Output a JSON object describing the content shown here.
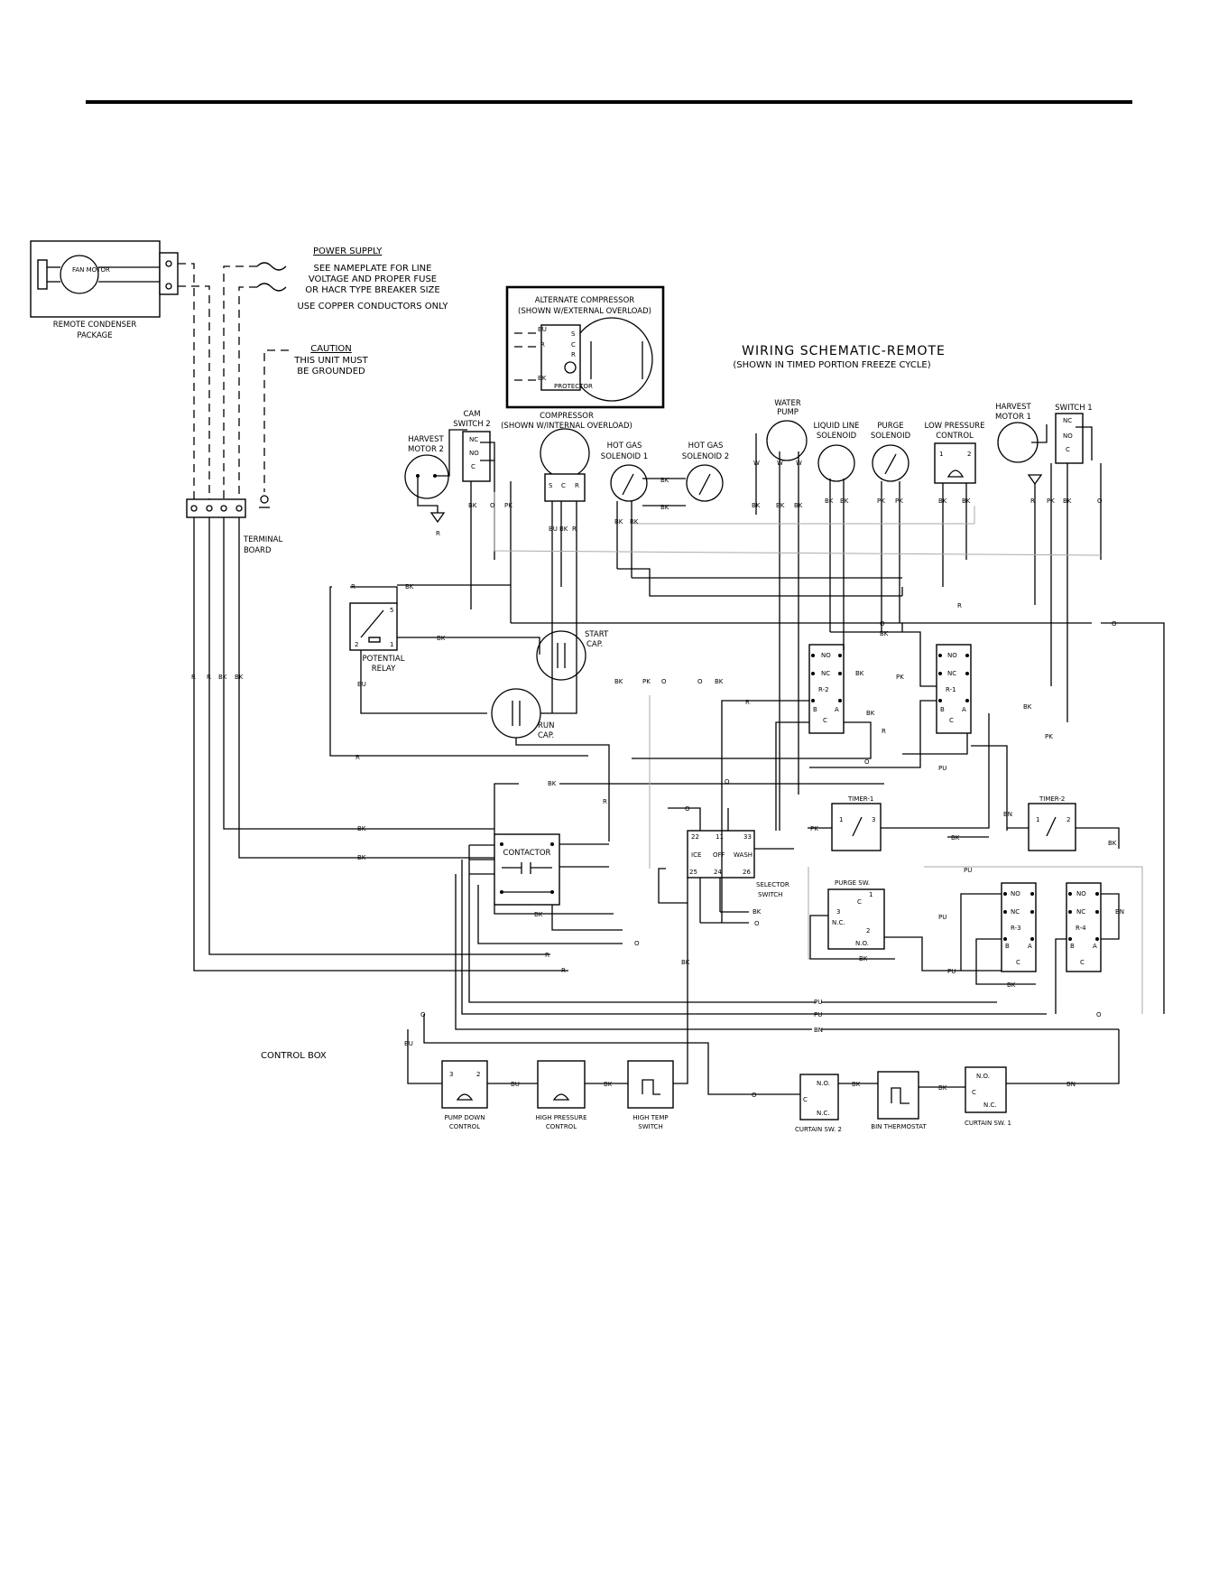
{
  "remote_condenser": {
    "fan_motor": "FAN MOTOR",
    "label": [
      "REMOTE CONDENSER",
      "PACKAGE"
    ]
  },
  "power_supply": {
    "title": "POWER SUPPLY",
    "lines": [
      "SEE NAMEPLATE FOR LINE",
      "VOLTAGE AND PROPER FUSE",
      "OR HACR TYPE BREAKER SIZE",
      "USE COPPER CONDUCTORS ONLY"
    ]
  },
  "caution": {
    "title": "CAUTION",
    "lines": [
      "THIS UNIT MUST",
      "BE GROUNDED"
    ]
  },
  "alternate_compressor": {
    "title": "ALTERNATE COMPRESSOR",
    "subtitle": "(SHOWN W/EXTERNAL OVERLOAD)",
    "wires": [
      "BU",
      "R",
      "BK"
    ],
    "pins": [
      "S",
      "C",
      "R"
    ],
    "protector": "PROTECTOR"
  },
  "schematic_title": "WIRING SCHEMATIC-REMOTE",
  "schematic_subtitle": "(SHOWN IN TIMED PORTION FREEZE CYCLE)",
  "terminal_board": [
    "TERMINAL",
    "BOARD"
  ],
  "components": {
    "harvest_motor_2": [
      "HARVEST",
      "MOTOR 2"
    ],
    "cam_switch_2": [
      "CAM",
      "SWITCH 2"
    ],
    "compressor": [
      "COMPRESSOR",
      "(SHOWN W/INTERNAL OVERLOAD)"
    ],
    "hot_gas_1": [
      "HOT GAS",
      "SOLENOID 1"
    ],
    "hot_gas_2": [
      "HOT GAS",
      "SOLENOID 2"
    ],
    "water_pump": [
      "WATER",
      "PUMP"
    ],
    "liquid_line": [
      "LIQUID LINE",
      "SOLENOID"
    ],
    "purge_solenoid": [
      "PURGE",
      "SOLENOID"
    ],
    "low_pressure": [
      "LOW PRESSURE",
      "CONTROL"
    ],
    "harvest_motor_1": [
      "HARVEST",
      "MOTOR 1"
    ],
    "switch_1": "SWITCH 1",
    "potential_relay": [
      "POTENTIAL",
      "RELAY"
    ],
    "start_cap": [
      "START",
      "CAP."
    ],
    "run_cap": [
      "RUN",
      "CAP."
    ],
    "contactor": "CONTACTOR",
    "selector_switch": [
      "SELECTOR",
      "SWITCH"
    ],
    "selector_positions": [
      "ICE",
      "OFF",
      "WASH"
    ],
    "selector_pins": [
      "22",
      "11",
      "33",
      "25",
      "24",
      "26"
    ],
    "timer_1": "TIMER-1",
    "timer_2": "TIMER-2",
    "purge_sw": "PURGE SW.",
    "relay_r1": "R-1",
    "relay_r2": "R-2",
    "relay_r3": "R-3",
    "relay_r4": "R-4",
    "relay_contacts": [
      "NO",
      "NC",
      "B",
      "A",
      "C"
    ],
    "pump_down": [
      "PUMP DOWN",
      "CONTROL"
    ],
    "high_pressure": [
      "HIGH PRESSURE",
      "CONTROL"
    ],
    "high_temp": [
      "HIGH TEMP",
      "SWITCH"
    ],
    "curtain_sw_2": "CURTAIN SW. 2",
    "bin_thermostat": "BIN THERMOSTAT",
    "curtain_sw_1": "CURTAIN SW. 1",
    "control_box": "CONTROL BOX"
  }
}
